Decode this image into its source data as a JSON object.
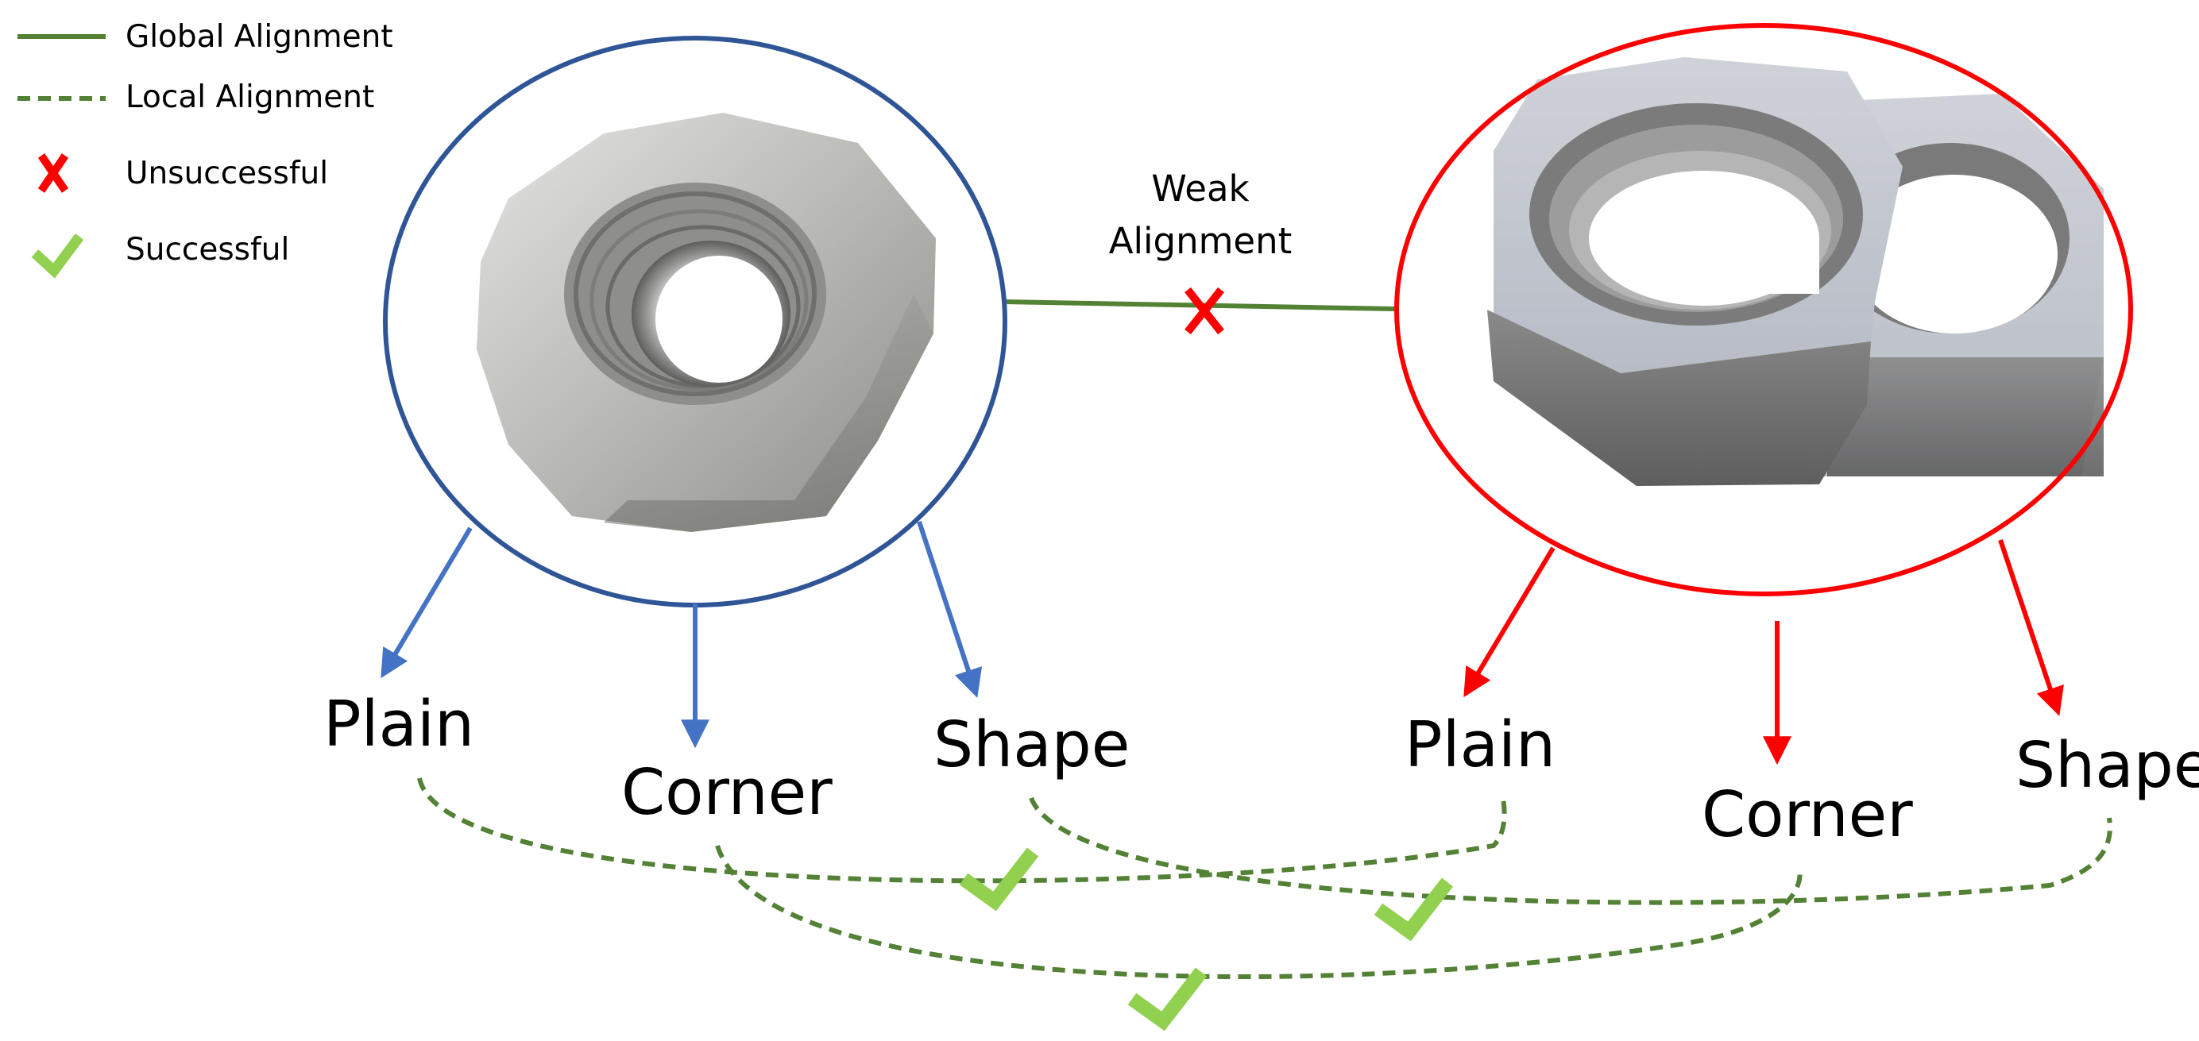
{
  "legend": [
    {
      "label": "Global Alignment",
      "symbol": "solid-line-icon"
    },
    {
      "label": "Local Alignment",
      "symbol": "dashed-line-icon"
    },
    {
      "label": "Unsuccessful",
      "symbol": "cross-icon"
    },
    {
      "label": "Successful",
      "symbol": "check-icon"
    }
  ],
  "center": {
    "line1": "Weak",
    "line2": "Alignment"
  },
  "left_features": [
    "Plain",
    "Corner",
    "Shape"
  ],
  "right_features": [
    "Plain",
    "Corner",
    "Shape"
  ],
  "colors": {
    "global": "#548235",
    "local": "#538135",
    "cross": "#ff0000",
    "check": "#92d050",
    "left_circle": "#2f5597",
    "left_arrow": "#4472c4",
    "right_circle": "#ff0000",
    "right_arrow": "#ff0000"
  },
  "images": [
    {
      "name": "real-hex-nut-photo",
      "description_icon": "metal-nut-icon"
    },
    {
      "name": "rendered-hex-nut",
      "description_icon": "rendered-nut-icon"
    }
  ]
}
